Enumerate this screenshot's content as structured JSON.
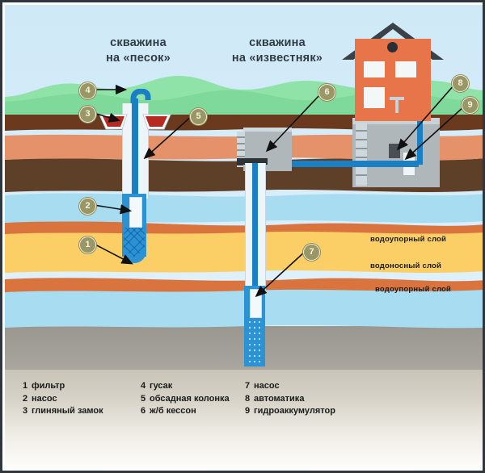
{
  "diagram": {
    "titles": {
      "left_well": "скважина\nна «песок»",
      "left_well_line1": "скважина",
      "left_well_line2": "на «песок»",
      "right_well_line1": "скважина",
      "right_well_line2": "на «известняк»"
    },
    "geology_captions": [
      {
        "id": "aquiclude-upper",
        "label": "водоупорный слой"
      },
      {
        "id": "aquifer",
        "label": "водоносный слой"
      },
      {
        "id": "aquiclude-lower",
        "label": "водоупорный слой"
      }
    ],
    "callouts": [
      {
        "number": "1",
        "target": "filter-screen"
      },
      {
        "number": "2",
        "target": "pump-sand-well"
      },
      {
        "number": "3",
        "target": "clay-seal"
      },
      {
        "number": "4",
        "target": "gooseneck"
      },
      {
        "number": "5",
        "target": "casing-column"
      },
      {
        "number": "6",
        "target": "concrete-caisson"
      },
      {
        "number": "7",
        "target": "pump-limestone-well"
      },
      {
        "number": "8",
        "target": "automation-unit"
      },
      {
        "number": "9",
        "target": "hydroaccumulator"
      }
    ]
  },
  "legend": {
    "columns": [
      {
        "items": [
          {
            "num": "1",
            "label": "фильтр"
          },
          {
            "num": "2",
            "label": "насос"
          },
          {
            "num": "3",
            "label": "глиняный замок"
          }
        ]
      },
      {
        "items": [
          {
            "num": "4",
            "label": "гусак"
          },
          {
            "num": "5",
            "label": "обсадная колонка"
          },
          {
            "num": "6",
            "label": "ж/б кессон"
          }
        ]
      },
      {
        "items": [
          {
            "num": "7",
            "label": "насос"
          },
          {
            "num": "8",
            "label": "автоматика"
          },
          {
            "num": "9",
            "label": "гидроаккумулятор"
          }
        ]
      }
    ]
  },
  "colors": {
    "sky": "#cfe9f7",
    "grass": "#7fd99a",
    "soil_dark_brown": "#6b3a1e",
    "soil_tan": "#e5926a",
    "soil_brown": "#5d4027",
    "water_blue": "#a8dcf0",
    "aquiclude_orange": "#d9743f",
    "aquifer_yellow": "#fbcf66",
    "bedrock_grey": "#9a9790",
    "pipe_blue": "#1b7fc4",
    "casing_white": "#f2f7fa",
    "house_wall": "#e8754a",
    "roof": "#3b4148",
    "caisson_grey": "#b6bcc0",
    "badge": "#9a9767",
    "legend_bg": "#d6d2c7",
    "frame": "#2f3640"
  }
}
